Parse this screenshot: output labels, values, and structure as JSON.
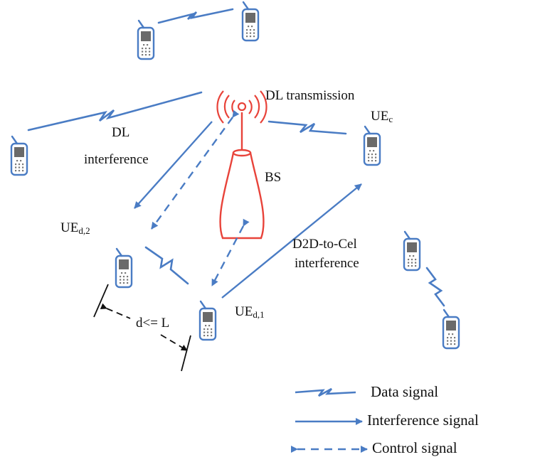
{
  "colors": {
    "signal": "#4a7cc4",
    "phone_outline": "#4a7cc4",
    "phone_body": "#ffffff",
    "phone_screen": "#6a6a6a",
    "phone_keys": "#7a7a7a",
    "bs": "#e8433a",
    "text": "#111111"
  },
  "labels": {
    "dl_transmission": "DL transmission",
    "dl": "DL",
    "interference": "interference",
    "bs": "BS",
    "uec_main": "UE",
    "uec_sub": "c",
    "ued2_main": "UE",
    "ued2_sub": "d,2",
    "ued1_main": "UE",
    "ued1_sub": "d,1",
    "d2d_to_cel": "D2D-to-Cel",
    "d2d_interference": "interference",
    "distance": "d<= L"
  },
  "legend": {
    "data": "Data signal",
    "interference": "Interference signal",
    "control": "Control signal"
  },
  "icons": {
    "phone": "mobile-phone-icon",
    "base_station": "base-station-antenna-icon"
  }
}
